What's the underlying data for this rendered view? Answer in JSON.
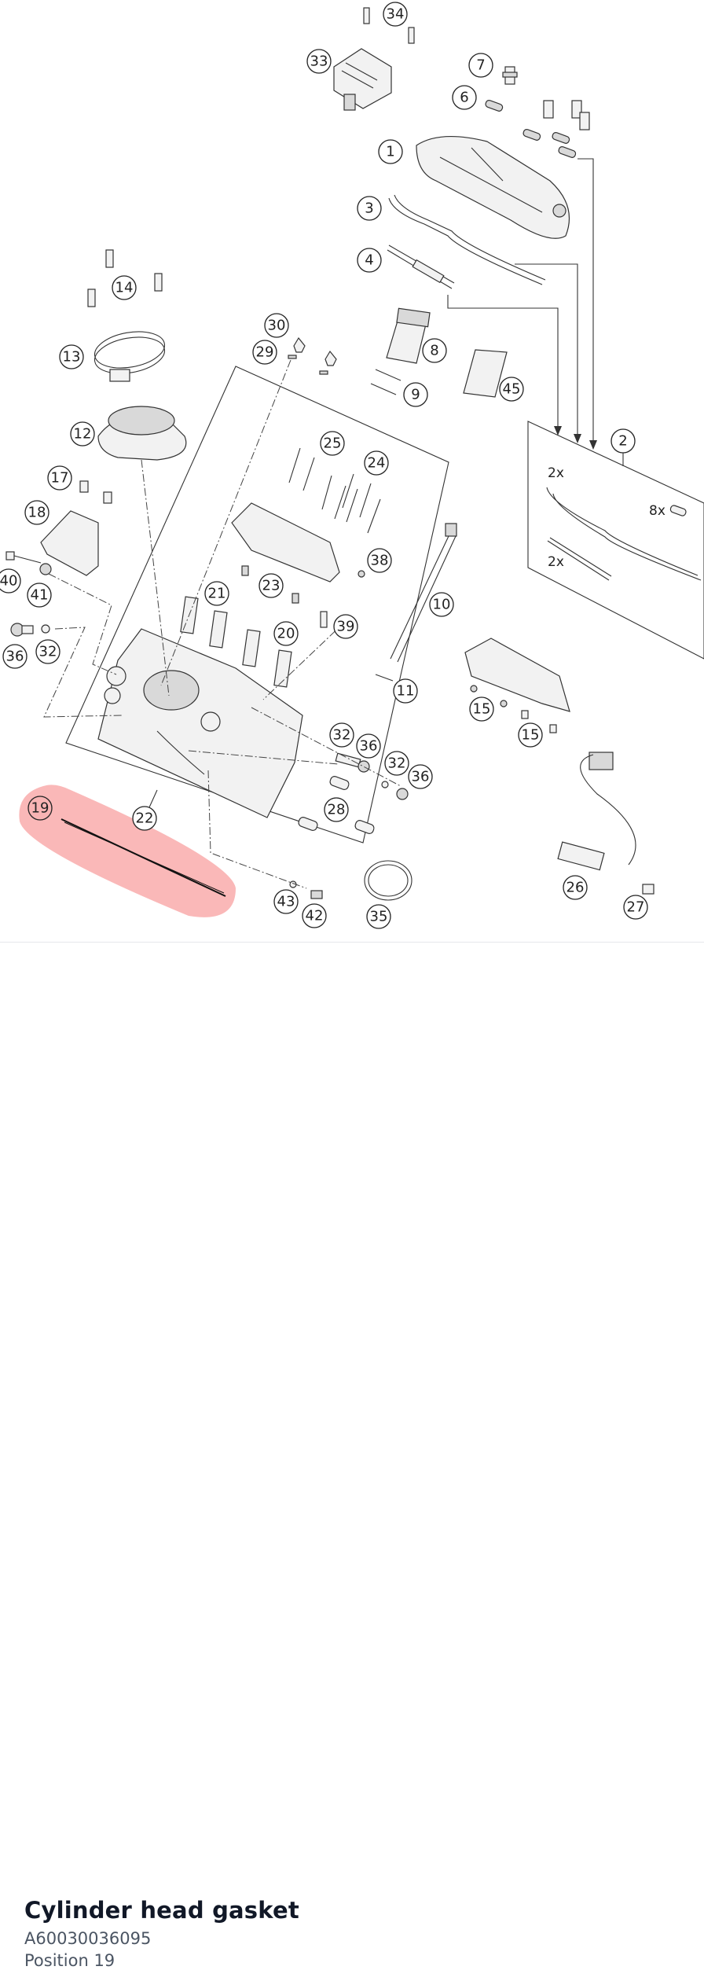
{
  "callouts": [
    {
      "label": "34"
    },
    {
      "label": "33"
    },
    {
      "label": "7"
    },
    {
      "label": "6"
    },
    {
      "label": "1"
    },
    {
      "label": "3"
    },
    {
      "label": "4"
    },
    {
      "label": "14"
    },
    {
      "label": "30"
    },
    {
      "label": "29"
    },
    {
      "label": "8"
    },
    {
      "label": "13"
    },
    {
      "label": "9"
    },
    {
      "label": "45"
    },
    {
      "label": "12"
    },
    {
      "label": "2"
    },
    {
      "label": "25"
    },
    {
      "label": "24"
    },
    {
      "label": "17"
    },
    {
      "label": "18"
    },
    {
      "label": "38"
    },
    {
      "label": "40"
    },
    {
      "label": "41"
    },
    {
      "label": "21"
    },
    {
      "label": "23"
    },
    {
      "label": "10"
    },
    {
      "label": "39"
    },
    {
      "label": "36"
    },
    {
      "label": "32"
    },
    {
      "label": "20"
    },
    {
      "label": "11"
    },
    {
      "label": "15"
    },
    {
      "label": "15"
    },
    {
      "label": "32"
    },
    {
      "label": "36"
    },
    {
      "label": "32"
    },
    {
      "label": "36"
    },
    {
      "label": "19"
    },
    {
      "label": "22"
    },
    {
      "label": "28"
    },
    {
      "label": "26"
    },
    {
      "label": "43"
    },
    {
      "label": "42"
    },
    {
      "label": "35"
    },
    {
      "label": "27"
    }
  ],
  "kit_labels": [
    "2x",
    "8x",
    "2x"
  ],
  "part": {
    "name": "Cylinder head gasket",
    "number": "A60030036095",
    "position": "Position 19"
  },
  "colors": {
    "highlight": "#f8a0a0",
    "line": "#333333",
    "title": "#111827",
    "subtext": "#4b5563"
  }
}
